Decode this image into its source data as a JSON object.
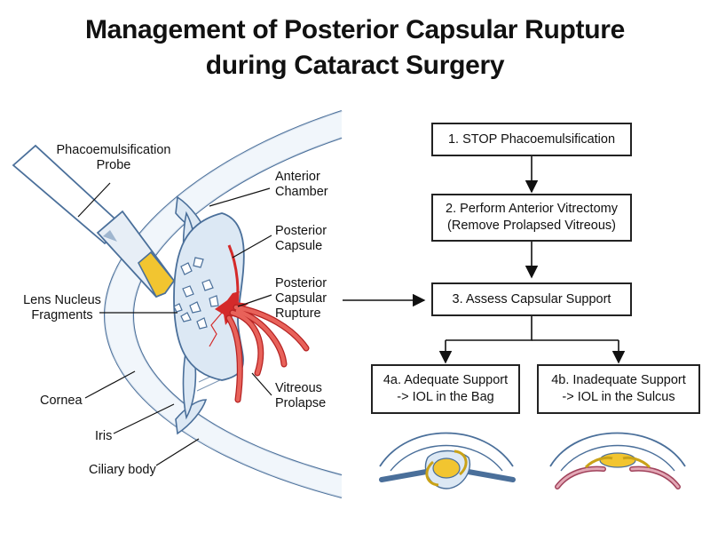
{
  "title": {
    "line1": "Management of Posterior Capsular Rupture",
    "line2": "during Cataract Surgery"
  },
  "labels": {
    "probe": [
      "Phacoemulsification",
      "Probe"
    ],
    "anterior_chamber": [
      "Anterior",
      "Chamber"
    ],
    "posterior_capsule": [
      "Posterior",
      "Capsule"
    ],
    "rupture": [
      "Posterior",
      "Capsular",
      "Rupture"
    ],
    "fragments": [
      "Lens Nucleus",
      "Fragments"
    ],
    "vitreous": [
      "Vitreous",
      "Prolapse"
    ],
    "cornea": "Cornea",
    "iris": "Iris",
    "ciliary": "Ciliary body"
  },
  "flow": {
    "step1": "1. STOP Phacoemulsification",
    "step2": [
      "2. Perform Anterior Vitrectomy",
      "(Remove Prolapsed Vitreous)"
    ],
    "step3": "3. Assess Capsular Support",
    "step4a": [
      "4a. Adequate Support",
      "-> IOL in the Bag"
    ],
    "step4b": [
      "4b. Inadequate Support",
      "-> IOL in the Sulcus"
    ]
  },
  "colors": {
    "tissue_stroke": "#4a6f9a",
    "tissue_fill": "#dce8f4",
    "rupture_red": "#d42a2a",
    "vitreous_fill": "#e8625a",
    "probe_tip": "#f2c530"
  }
}
